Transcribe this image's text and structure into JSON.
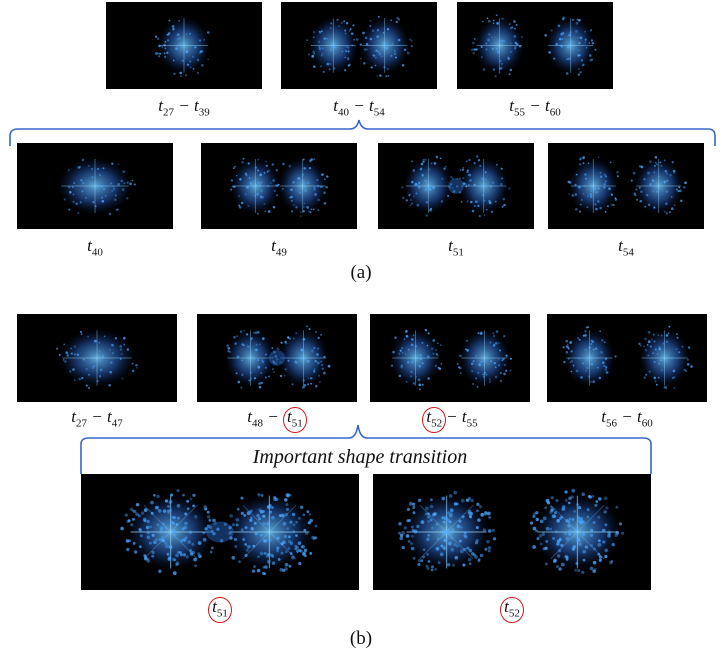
{
  "part_a": {
    "caption": "(a)",
    "top_row": [
      {
        "label_parts": [
          "t",
          "27",
          " − t",
          "39"
        ]
      },
      {
        "label_parts": [
          "t",
          "40",
          " − t",
          "54"
        ]
      },
      {
        "label_parts": [
          "t",
          "55",
          " − t",
          "60"
        ]
      }
    ],
    "detail_row": [
      {
        "label_parts": [
          "t",
          "40"
        ]
      },
      {
        "label_parts": [
          "t",
          "49"
        ]
      },
      {
        "label_parts": [
          "t",
          "51"
        ]
      },
      {
        "label_parts": [
          "t",
          "54"
        ]
      }
    ]
  },
  "part_b": {
    "caption": "(b)",
    "top_row": [
      {
        "label_parts": [
          "t",
          "27",
          " − t",
          "47"
        ]
      },
      {
        "label_parts": [
          "t",
          "48",
          " −",
          "t",
          "51"
        ]
      },
      {
        "label_parts": [
          "t",
          "52",
          "− t",
          "55"
        ]
      },
      {
        "label_parts": [
          "t",
          "56",
          " − t",
          "60"
        ]
      }
    ],
    "transition_title": "Important shape transition",
    "detail_row": [
      {
        "label_parts": [
          "t",
          "51"
        ]
      },
      {
        "label_parts": [
          "t",
          "52"
        ]
      }
    ]
  },
  "colors": {
    "bracket": "#3a66c8",
    "highlight_circle": "#d01818",
    "panel_bg": "#000000",
    "glow": "#4aa6ff"
  }
}
